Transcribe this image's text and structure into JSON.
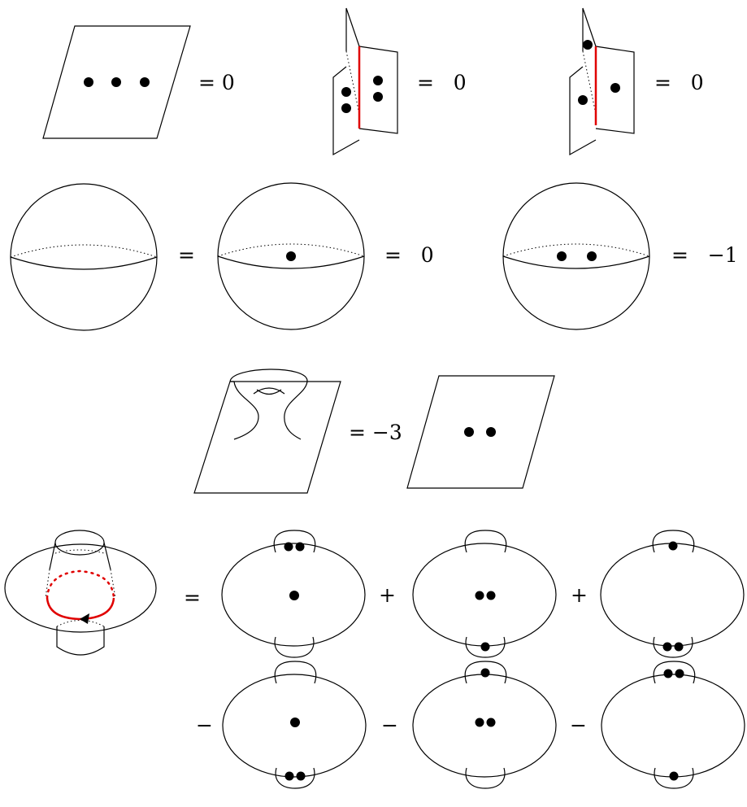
{
  "relations": {
    "plane_three_dots": "= 0",
    "wall_four_dots": "=   0",
    "wall_three_dots": "=   0",
    "sphere_empty_eq": "=",
    "sphere_one_dot": "=   0",
    "sphere_two_dots": "=   −1",
    "neck_cut": "= −3"
  },
  "neck_expansion": {
    "equals": "=",
    "signs": [
      "+",
      "+",
      "−",
      "−",
      "−"
    ]
  }
}
